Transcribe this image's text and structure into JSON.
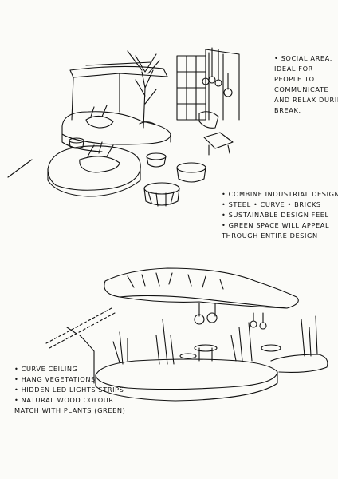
{
  "sketch_top": {
    "description_label": ""
  },
  "notes": {
    "social": [
      "• SOCIAL AREA.",
      "IDEAL FOR",
      "PEOPLE TO",
      "COMMUNICATE",
      "AND RELAX DURING",
      "BREAK."
    ],
    "industrial": [
      "• COMBINE INDUSTRIAL DESIGN.",
      "  • STEEL  • CURVE  • BRICKS",
      "• SUSTAINABLE DESIGN FEEL",
      "  • GREEN SPACE WILL APPEAL",
      "  THROUGH ENTIRE DESIGN"
    ],
    "ceiling": [
      "• CURVE CEILING",
      "• HANG VEGETATIONS",
      "• HIDDEN LED LIGHTS STRIPS",
      "• NATURAL WOOD COLOUR",
      "  MATCH WITH PLANTS (GREEN)"
    ]
  }
}
